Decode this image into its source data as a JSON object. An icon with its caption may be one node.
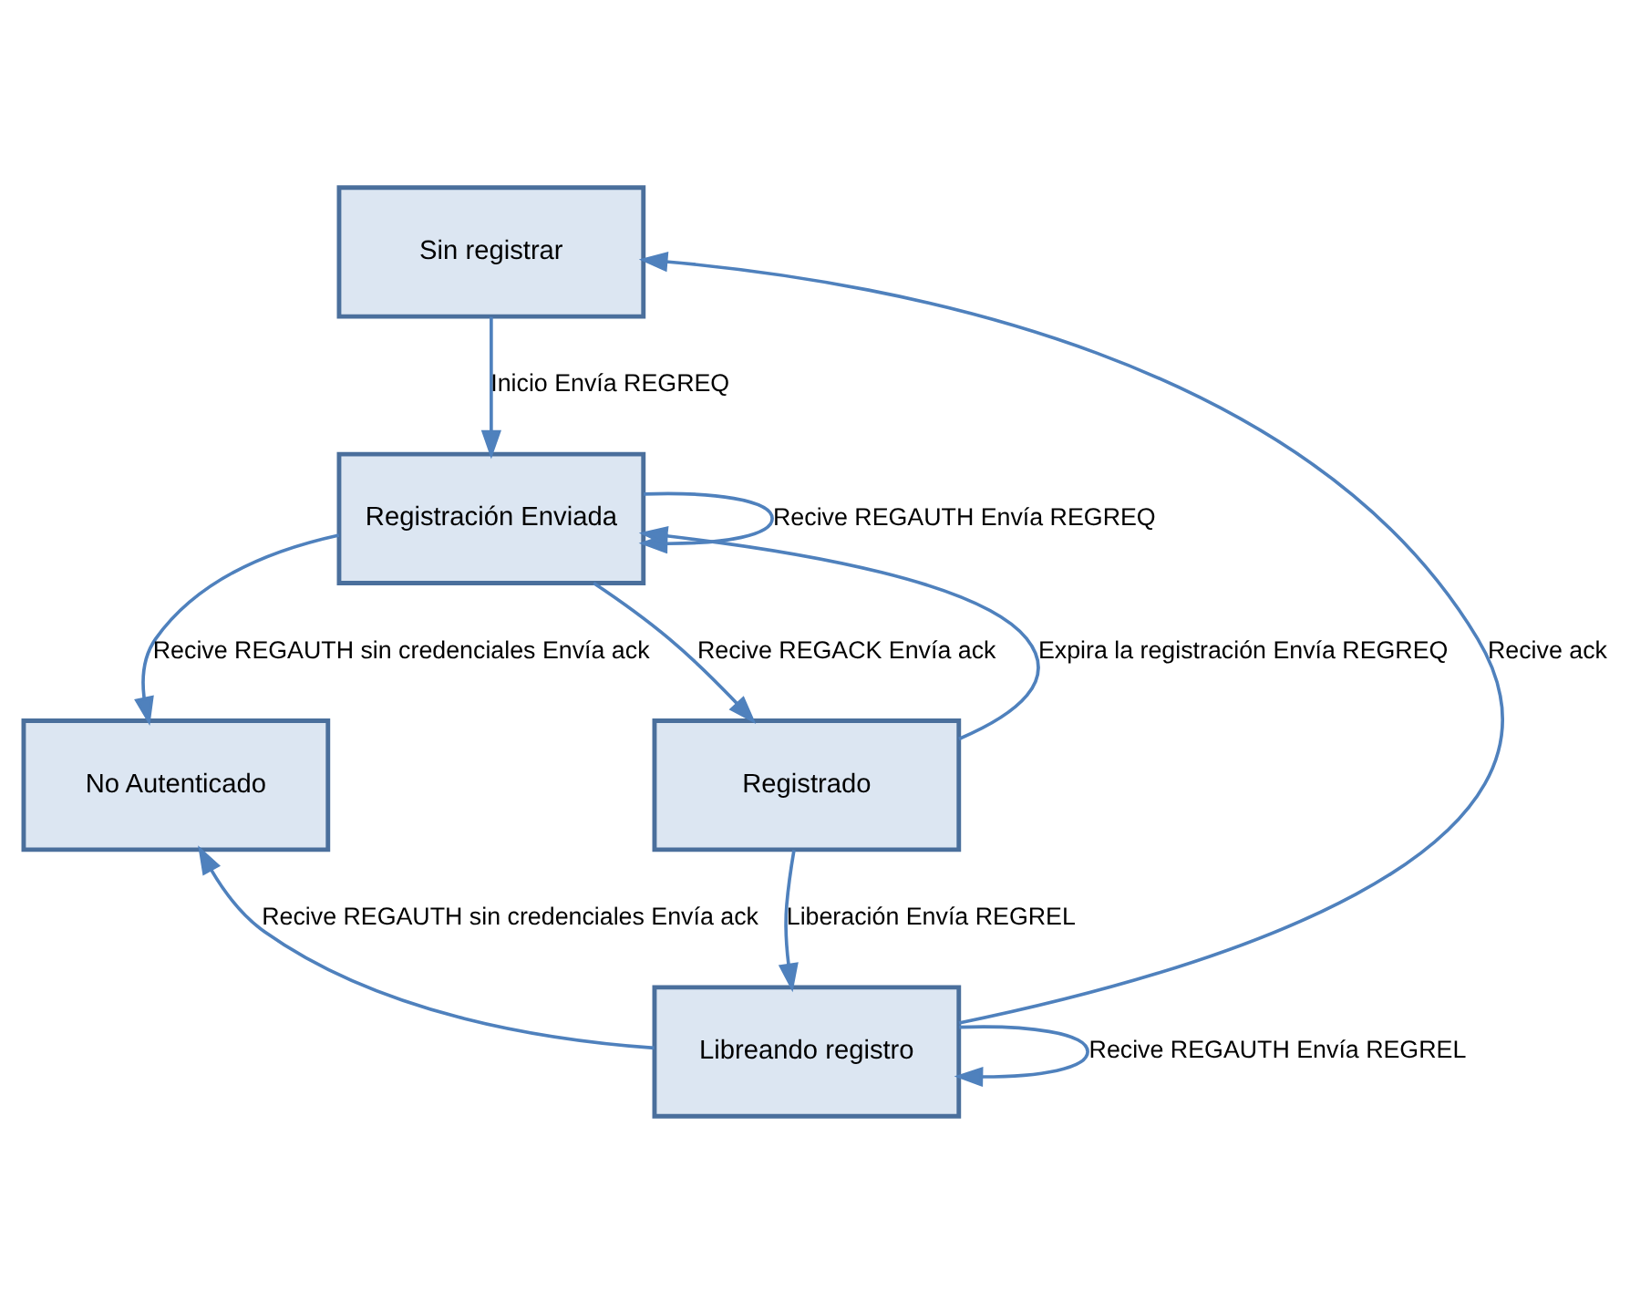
{
  "diagram": {
    "nodes": [
      {
        "text": [
          "Sin registrar"
        ]
      },
      {
        "text": [
          "Registración Enviada"
        ]
      },
      {
        "text": [
          "No Autenticado"
        ]
      },
      {
        "text": [
          "Registrado"
        ]
      },
      {
        "text": [
          "Libreando registro"
        ]
      }
    ],
    "edges": [
      {
        "from": 0,
        "to": 1,
        "arrow": "to",
        "label": "Inicio Envía REGREQ"
      },
      {
        "from": 1,
        "to": 1,
        "arrow": "to",
        "label": "Recive REGAUTH Envía REGREQ"
      },
      {
        "from": 1,
        "to": 2,
        "arrow": "to",
        "label": "Recive REGAUTH sin credenciales Envía ack"
      },
      {
        "from": 1,
        "to": 3,
        "arrow": "to",
        "label": "Recive REGACK Envía ack"
      },
      {
        "from": 3,
        "to": 1,
        "arrow": "to",
        "label": "Expira la registración Envía REGREQ"
      },
      {
        "from": 3,
        "to": 4,
        "arrow": "to",
        "label": "Liberación Envía REGREL"
      },
      {
        "from": 4,
        "to": 4,
        "arrow": "to",
        "label": "Recive REGAUTH Envía REGREL"
      },
      {
        "from": 4,
        "to": 2,
        "arrow": "to",
        "label": "Recive REGAUTH sin credenciales Envía ack"
      },
      {
        "from": 4,
        "to": 0,
        "arrow": "to",
        "label": "Recive ack"
      }
    ]
  }
}
